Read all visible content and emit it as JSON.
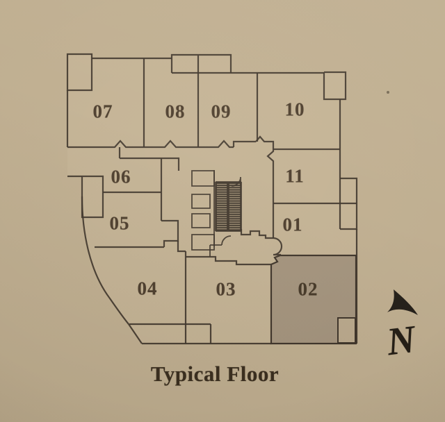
{
  "floor_plan": {
    "caption": "Typical Floor",
    "highlighted_unit": "02",
    "units": [
      {
        "id": "07"
      },
      {
        "id": "08"
      },
      {
        "id": "09"
      },
      {
        "id": "10"
      },
      {
        "id": "11"
      },
      {
        "id": "06"
      },
      {
        "id": "05"
      },
      {
        "id": "01"
      },
      {
        "id": "04"
      },
      {
        "id": "03"
      },
      {
        "id": "02"
      }
    ]
  },
  "compass": {
    "label": "N"
  },
  "colors": {
    "background": "#bfae90",
    "plan_fill": "#c3b294",
    "line": "#3e342a",
    "highlight_fill": "#a3937d",
    "text": "#4a3b2b"
  }
}
